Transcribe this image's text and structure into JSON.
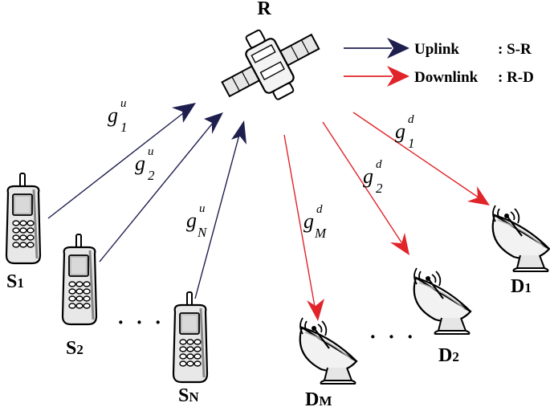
{
  "relay": {
    "label": "R"
  },
  "legend": {
    "uplink_label": "Uplink",
    "uplink_link": ": S-R",
    "downlink_label": "Downlink",
    "downlink_link": ": R-D",
    "uplink_color": "#1f1f4f",
    "downlink_color": "#e0242a"
  },
  "sources": [
    {
      "base": "S",
      "sub": "1"
    },
    {
      "base": "S",
      "sub": "2"
    },
    {
      "base": "S",
      "sub": "N"
    }
  ],
  "destinations": [
    {
      "base": "D",
      "sub": "1"
    },
    {
      "base": "D",
      "sub": "2"
    },
    {
      "base": "D",
      "sub": "M"
    }
  ],
  "uplink_gains": [
    {
      "base": "g",
      "sup": "u",
      "sub": "1"
    },
    {
      "base": "g",
      "sup": "u",
      "sub": "2"
    },
    {
      "base": "g",
      "sup": "u",
      "sub": "N"
    }
  ],
  "downlink_gains": [
    {
      "base": "g",
      "sup": "d",
      "sub": "1"
    },
    {
      "base": "g",
      "sup": "d",
      "sub": "2"
    },
    {
      "base": "g",
      "sup": "d",
      "sub": "M"
    }
  ],
  "ellipsis": "· · ·",
  "icons": {
    "relay": "satellite-icon",
    "source": "mobile-phone-icon",
    "destination": "satellite-dish-icon"
  }
}
